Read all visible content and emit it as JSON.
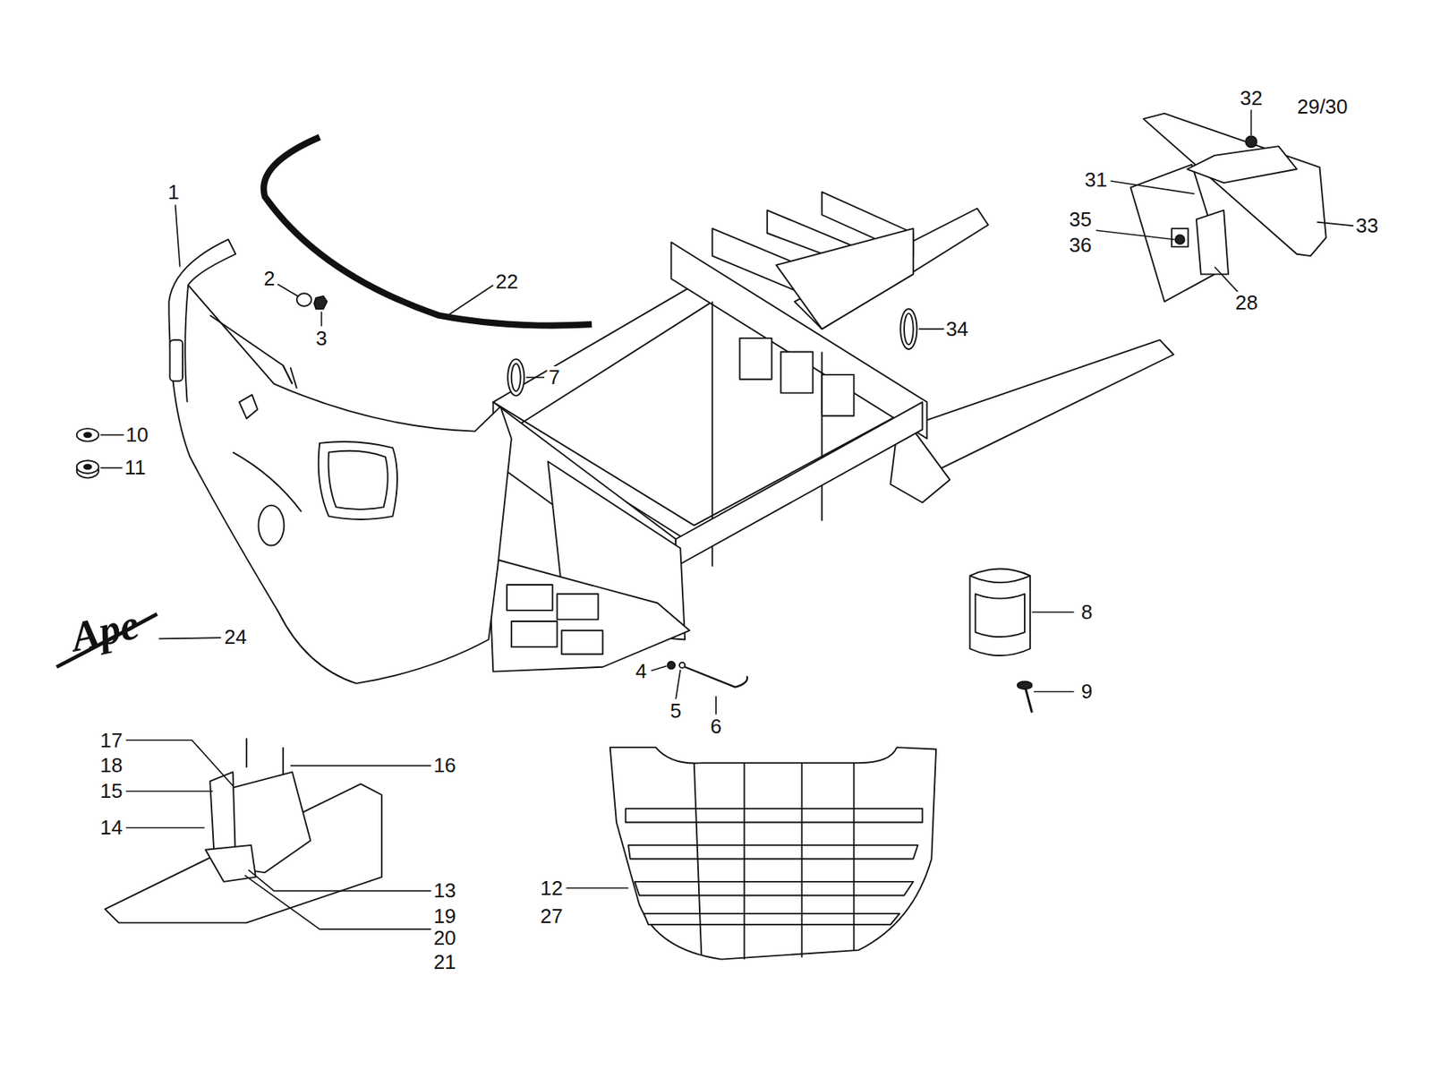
{
  "diagram": {
    "labels": [
      "1",
      "2",
      "3",
      "22",
      "7",
      "34",
      "10",
      "11",
      "24",
      "Ape",
      "32",
      "29/30",
      "31",
      "35",
      "36",
      "33",
      "28",
      "8",
      "9",
      "4",
      "5",
      "6",
      "17",
      "18",
      "15",
      "14",
      "16",
      "13",
      "19",
      "20",
      "21",
      "12",
      "27"
    ]
  }
}
